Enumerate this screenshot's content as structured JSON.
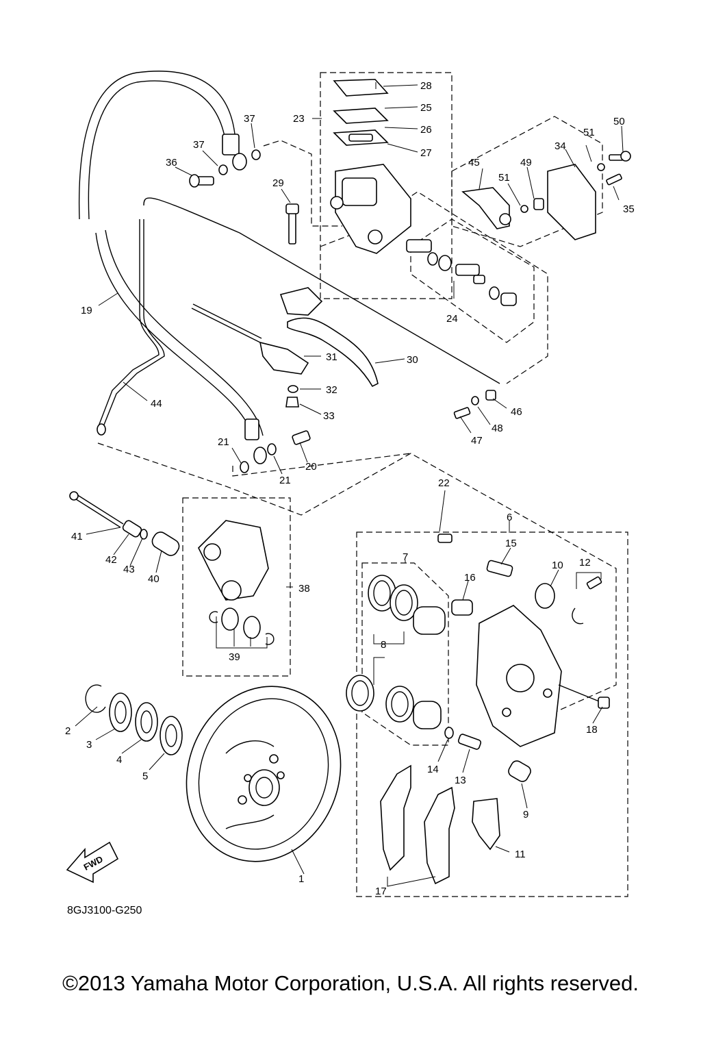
{
  "diagram": {
    "code": "8GJ3100-G250",
    "fwd_label": "FWD",
    "callouts": [
      "1",
      "2",
      "3",
      "4",
      "5",
      "6",
      "7",
      "8",
      "9",
      "10",
      "11",
      "12",
      "13",
      "14",
      "15",
      "16",
      "17",
      "18",
      "19",
      "20",
      "21",
      "21",
      "22",
      "23",
      "24",
      "25",
      "26",
      "27",
      "28",
      "29",
      "30",
      "31",
      "32",
      "33",
      "34",
      "35",
      "36",
      "37",
      "37",
      "38",
      "39",
      "40",
      "41",
      "42",
      "43",
      "44",
      "45",
      "46",
      "47",
      "48",
      "49",
      "50",
      "51",
      "51"
    ]
  },
  "footer": {
    "copyright": "©2013 Yamaha Motor Corporation, U.S.A. All rights reserved."
  }
}
